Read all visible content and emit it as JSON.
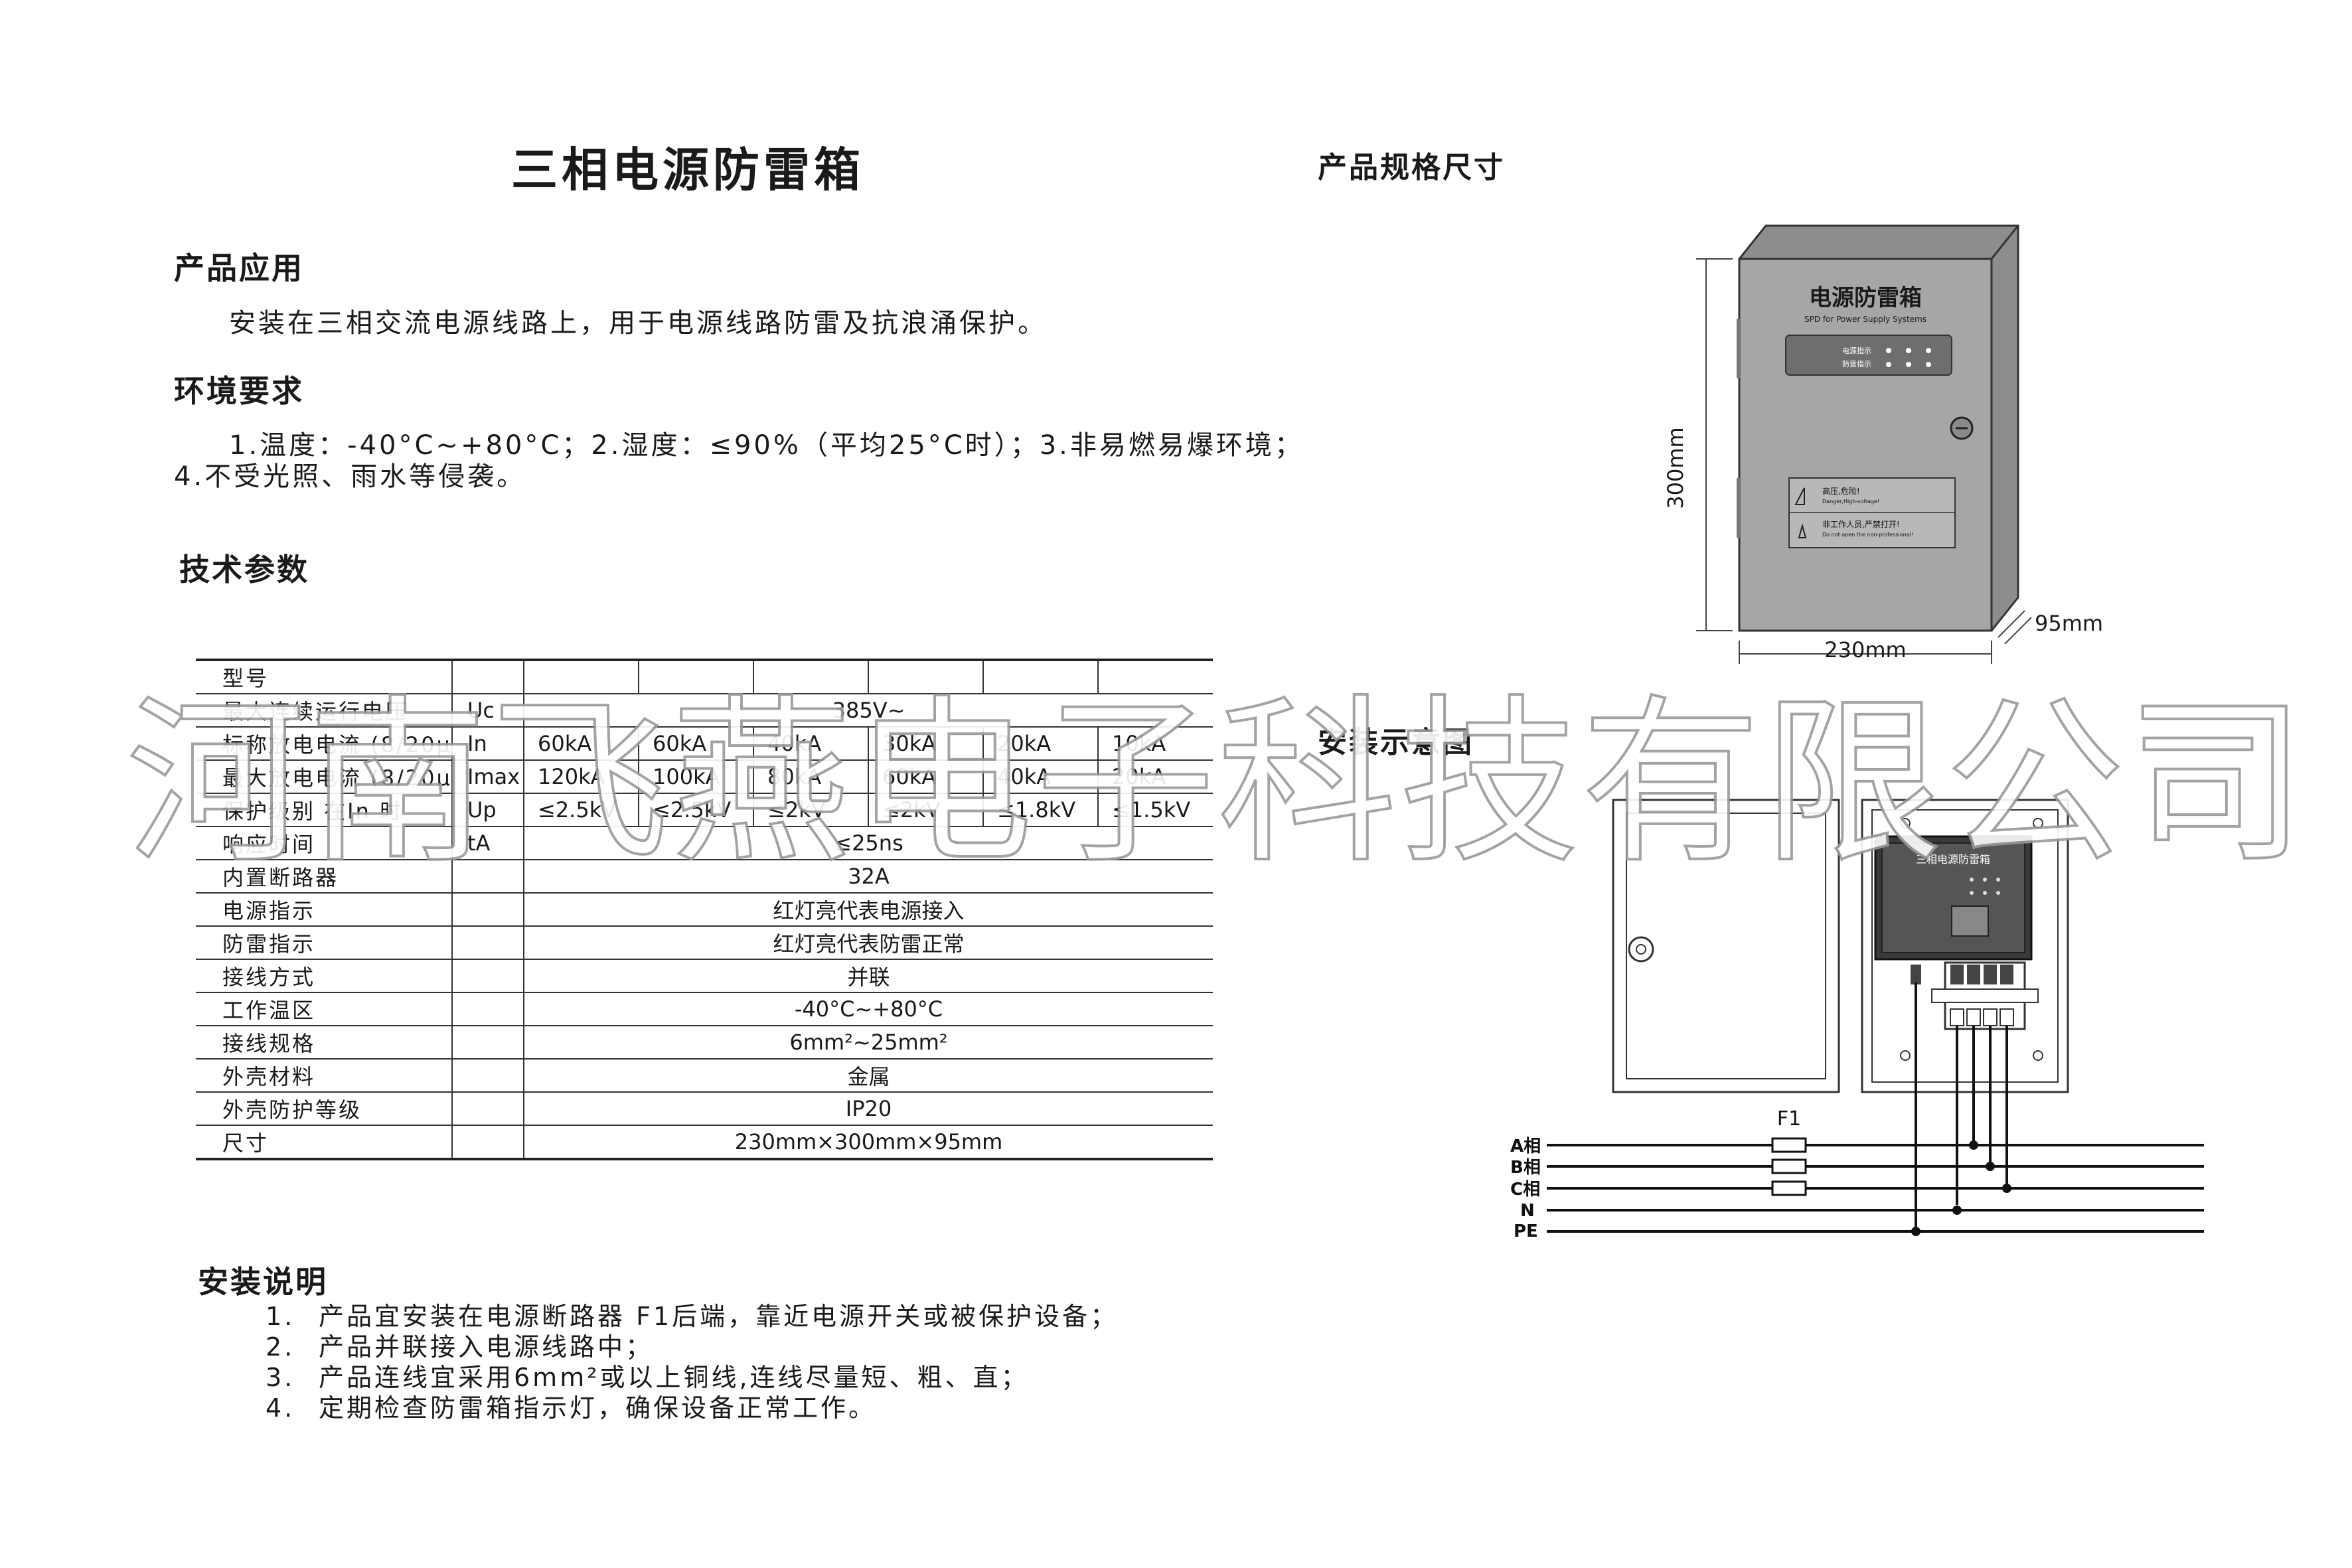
{
  "title": "三相电源防雷箱",
  "sections": {
    "application": {
      "heading": "产品应用",
      "text": "安装在三相交流电源线路上，用于电源线路防雷及抗浪涌保护。"
    },
    "environment": {
      "heading": "环境要求",
      "line1": "1.温度：-40°C~+80°C；2.湿度：≤90%（平均25°C时）；3.非易燃易爆环境；",
      "line2": "4.不受光照、雨水等侵袭。"
    },
    "tech": {
      "heading": "技术参数"
    },
    "install": {
      "heading": "安装说明",
      "items": [
        {
          "num": "1.",
          "text": "产品宜安装在电源断路器 F1后端，靠近电源开关或被保护设备；"
        },
        {
          "num": "2.",
          "text": "产品并联接入电源线路中；"
        },
        {
          "num": "3.",
          "text": "产品连线宜采用6mm²或以上铜线,连线尽量短、粗、直；"
        },
        {
          "num": "4.",
          "text": "定期检查防雷箱指示灯，确保设备正常工作。"
        }
      ]
    }
  },
  "spec_table": {
    "rows": [
      {
        "name": "型号",
        "sym": "",
        "span": "",
        "vals": [
          "",
          "",
          "",
          "",
          "",
          ""
        ]
      },
      {
        "name": "最大连续运行电压",
        "sym": "Uc",
        "span": "385V~"
      },
      {
        "name": "标称放电电流 (8/20μs)",
        "sym": "In",
        "vals": [
          "60kA",
          "60kA",
          "40kA",
          "30kA",
          "20kA",
          "10kA"
        ]
      },
      {
        "name": "最大放电电流 (8/20μs)",
        "sym": "Imax",
        "vals": [
          "120kA",
          "100kA",
          "80kA",
          "60kA",
          "40kA",
          "20kA"
        ]
      },
      {
        "name": "保护级别      在In 时",
        "sym": "Up",
        "vals": [
          "≤2.5kV",
          "≤2.5kV",
          "≤2kV",
          "≤2kV",
          "≤1.8kV",
          "≤1.5kV"
        ]
      },
      {
        "name": "响应时间",
        "sym": "tA",
        "span": "≤25ns"
      },
      {
        "name": "内置断路器",
        "sym": "",
        "span": "32A"
      },
      {
        "name": "电源指示",
        "sym": "",
        "span": "红灯亮代表电源接入"
      },
      {
        "name": "防雷指示",
        "sym": "",
        "span": "红灯亮代表防雷正常"
      },
      {
        "name": "接线方式",
        "sym": "",
        "span": "并联"
      },
      {
        "name": "工作温区",
        "sym": "",
        "span": "-40°C~+80°C"
      },
      {
        "name": "接线规格",
        "sym": "",
        "span": "6mm²~25mm²"
      },
      {
        "name": "外壳材料",
        "sym": "",
        "span": "金属"
      },
      {
        "name": "外壳防护等级",
        "sym": "",
        "span": "IP20"
      },
      {
        "name": "尺寸",
        "sym": "",
        "span": "230mm×300mm×95mm"
      }
    ]
  },
  "dimensions": {
    "heading": "产品规格尺寸",
    "height": "300mm",
    "width": "230mm",
    "depth": "95mm",
    "box_title": "电源防雷箱",
    "box_subtitle": "SPD for Power Supply Systems",
    "ind1": "电源指示",
    "ind2": "防雷指示",
    "warn1": "高压,危险!",
    "warn1_en": "Danger,High-voltage!",
    "warn2": "非工作人员,严禁打开!",
    "warn2_en": "Do not open the non-professional!"
  },
  "diagram": {
    "heading": "安装示意图",
    "box_title": "三相电源防雷箱",
    "fuse_label": "F1",
    "lines": [
      "A相",
      "B相",
      "C相",
      "N",
      "PE"
    ]
  },
  "watermark": "河南飞燕电子科技有限公司",
  "colors": {
    "box_gray": "#a6a6a6",
    "text": "#1a1a1a",
    "line": "#222222"
  }
}
